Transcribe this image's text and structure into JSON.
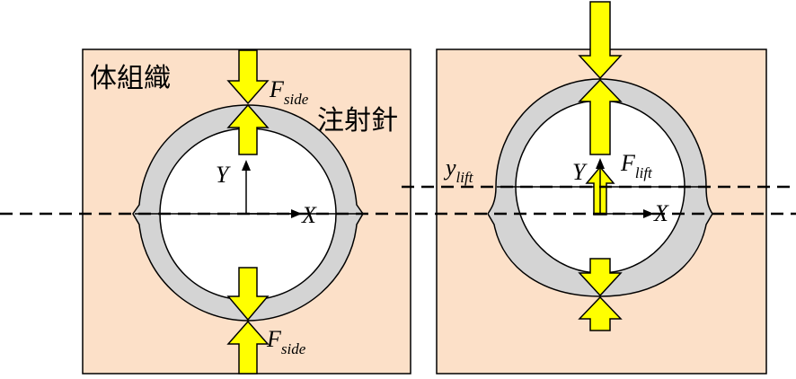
{
  "labels": {
    "tissue": "体組織",
    "needle": "注射針",
    "f_side_top": {
      "main": "F",
      "sub": "side"
    },
    "f_side_bottom": {
      "main": "F",
      "sub": "side"
    },
    "f_lift": {
      "main": "F",
      "sub": "lift"
    },
    "y_lift": {
      "main": "y",
      "sub": "lift"
    },
    "axis_y_left": "Y",
    "axis_x_left": "X",
    "axis_y_right": "Y",
    "axis_x_right": "X"
  },
  "colors": {
    "tissue_fill": "#fce0c8",
    "needle_wall": "#d4d4d4",
    "arrow_fill": "#ffff00",
    "outline": "#000000",
    "lumen": "#ffffff"
  }
}
